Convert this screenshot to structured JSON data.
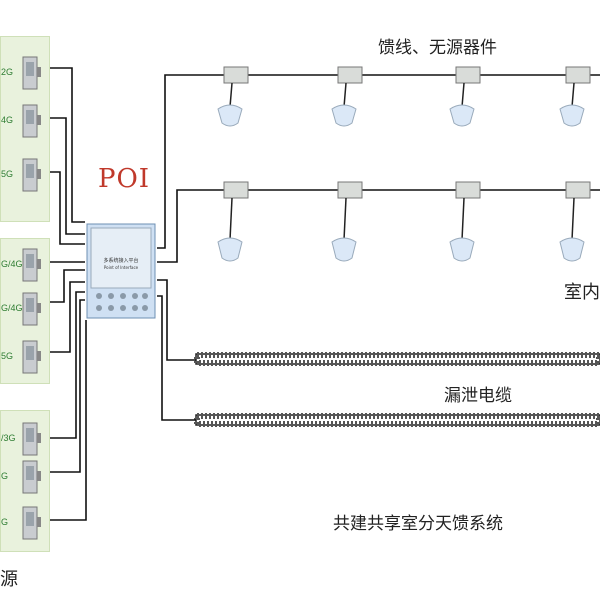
{
  "title_feeder": "馈线、无源器件",
  "poi": {
    "label": "POI",
    "device_text_1": "多系统接入平台",
    "device_text_2": "Point of Interface"
  },
  "leaky_cable_label": "漏泄电缆",
  "system_title": "共建共享室分天馈系统",
  "indoor_label_partial": "室内",
  "source_label_partial": "源",
  "groups": [
    {
      "units": [
        "2G",
        "4G",
        "5G"
      ]
    },
    {
      "units": [
        "G/4G",
        "G/4G",
        "5G"
      ]
    },
    {
      "units": [
        "/3G",
        "G",
        "G"
      ]
    }
  ]
}
